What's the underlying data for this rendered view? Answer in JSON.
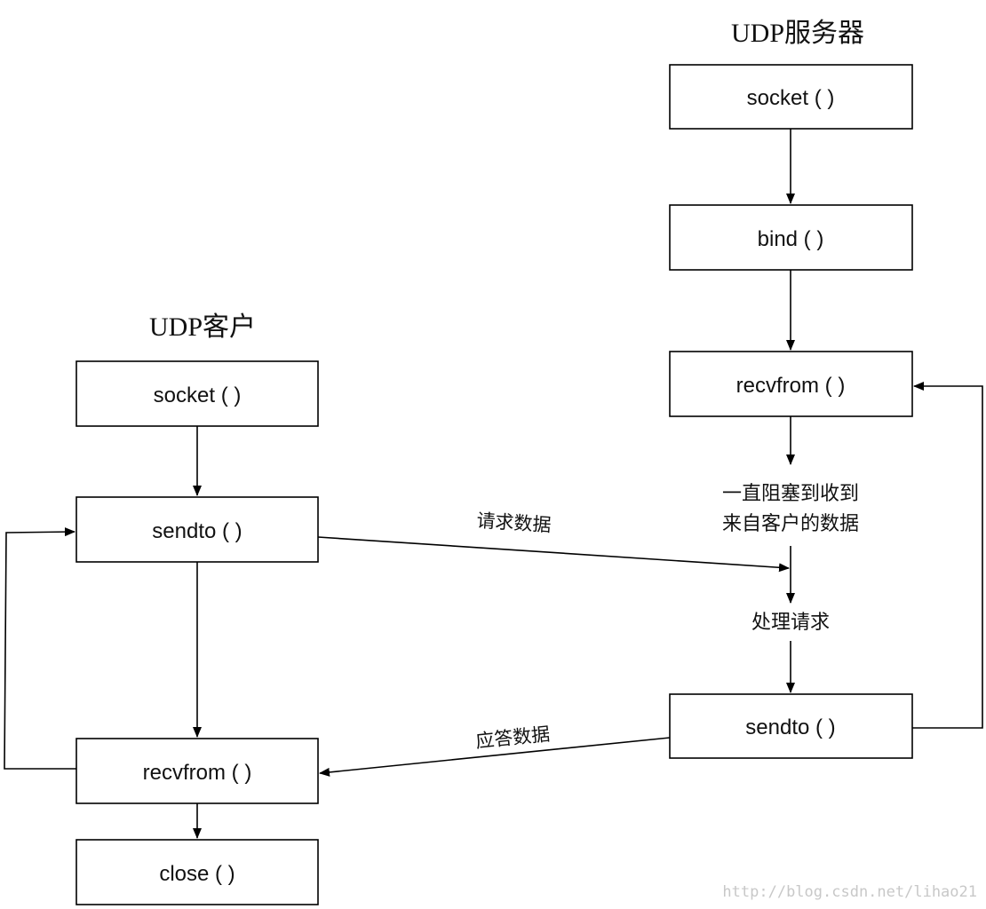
{
  "server": {
    "title": "UDP服务器",
    "socket": "socket ( )",
    "bind": "bind ( )",
    "recvfrom": "recvfrom ( )",
    "block_note_line1": "一直阻塞到收到",
    "block_note_line2": "来自客户的数据",
    "process_note": "处理请求",
    "sendto": "sendto ( )"
  },
  "client": {
    "title": "UDP客户",
    "socket": "socket ( )",
    "sendto": "sendto ( )",
    "recvfrom": "recvfrom ( )",
    "close": "close ( )"
  },
  "edges": {
    "request_label": "请求数据",
    "response_label": "应答数据"
  },
  "watermark": "http://blog.csdn.net/lihao21"
}
